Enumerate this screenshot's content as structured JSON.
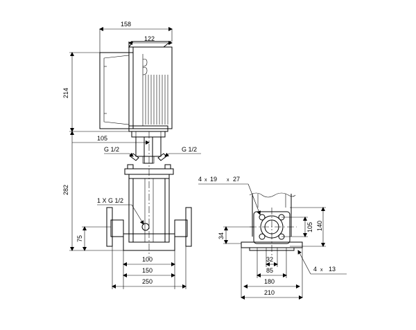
{
  "dimensions": {
    "d158": "158",
    "d122": "122",
    "d214": "214",
    "d105": "105",
    "d282": "282",
    "d75": "75",
    "d100": "100",
    "d150": "150",
    "d250": "250",
    "d34": "34",
    "d32": "32",
    "d85": "85",
    "d180": "180",
    "d210": "210",
    "d105r": "105",
    "d140": "140"
  },
  "labels": {
    "g_left": "G 1/2",
    "g_right": "G 1/2",
    "drain": "1 X G 1/2",
    "holes_count": "4",
    "holes_x": "x",
    "holes_d": "19",
    "holes_x2": "x",
    "holes_pcd": "27",
    "feet_count": "4",
    "feet_x": "x",
    "feet_d": "13"
  }
}
